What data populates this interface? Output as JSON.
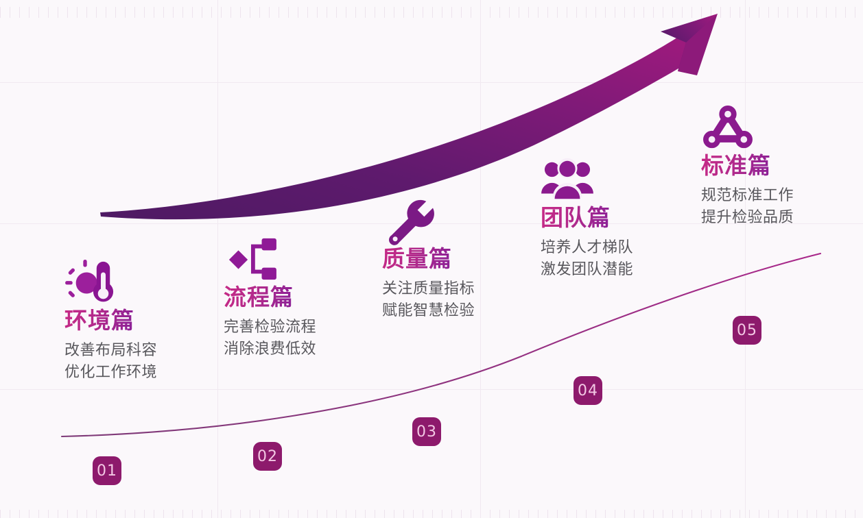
{
  "theme": {
    "background": "#fbf8fb",
    "title_gradient_start": "#c62a86",
    "title_gradient_end": "#7b1f98",
    "arrow_gradient_start": "#4e1a63",
    "arrow_gradient_end": "#a21a7e",
    "badge_bg": "#8d1a6c",
    "badge_text": "#f3c8e4",
    "desc_text": "#58575c",
    "curve_color": "#9c2a7e",
    "grid_line": "#f0e8f0"
  },
  "steps": [
    {
      "number": "01",
      "icon": "sun-thermometer-icon",
      "title": "环境篇",
      "desc_line1": "改善布局科容",
      "desc_line2": "优化工作环境"
    },
    {
      "number": "02",
      "icon": "flowchart-icon",
      "title": "流程篇",
      "desc_line1": "完善检验流程",
      "desc_line2": "消除浪费低效"
    },
    {
      "number": "03",
      "icon": "wrench-icon",
      "title": "质量篇",
      "desc_line1": "关注质量指标",
      "desc_line2": "赋能智慧检验"
    },
    {
      "number": "04",
      "icon": "team-people-icon",
      "title": "团队篇",
      "desc_line1": "培养人才梯队",
      "desc_line2": "激发团队潜能"
    },
    {
      "number": "05",
      "icon": "network-nodes-icon",
      "title": "标准篇",
      "desc_line1": "规范标准工作",
      "desc_line2": "提升检验品质"
    }
  ]
}
